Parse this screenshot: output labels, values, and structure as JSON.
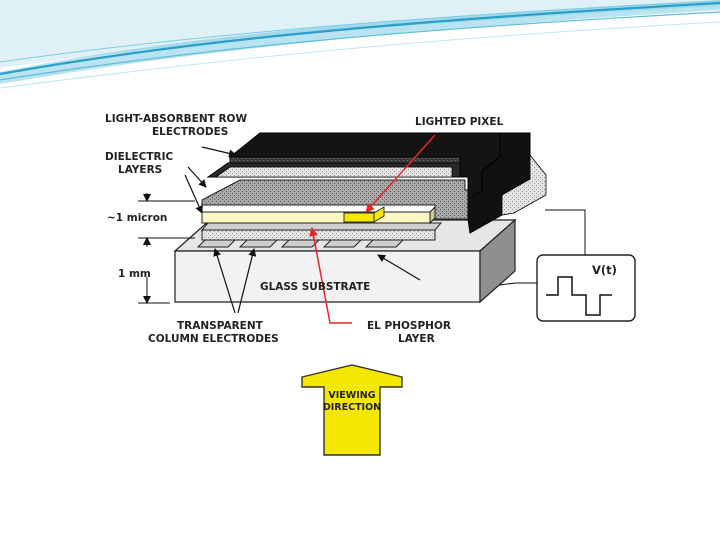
{
  "slide": {
    "accent_colors": {
      "swoosh_dark": "#2a9fc7",
      "swoosh_light": "#a8dced",
      "pointer_red": "#e8262a",
      "arrow_yellow": "#f5e800",
      "phosphor_yellow": "#f5e800"
    }
  },
  "diagram": {
    "labels": {
      "row_electrodes_1": "LIGHT-ABSORBENT ROW",
      "row_electrodes_2": "ELECTRODES",
      "lighted_pixel": "LIGHTED PIXEL",
      "dielectric_1": "DIELECTRIC",
      "dielectric_2": "LAYERS",
      "thickness_micron": "~1 micron",
      "thickness_mm": "1 mm",
      "glass_substrate": "GLASS SUBSTRATE",
      "transparent_1": "TRANSPARENT",
      "transparent_2": "COLUMN ELECTRODES",
      "phosphor_1": "EL PHOSPHOR",
      "phosphor_2": "LAYER",
      "voltage": "V(t)",
      "viewing_1": "VIEWING",
      "viewing_2": "DIRECTION"
    }
  }
}
